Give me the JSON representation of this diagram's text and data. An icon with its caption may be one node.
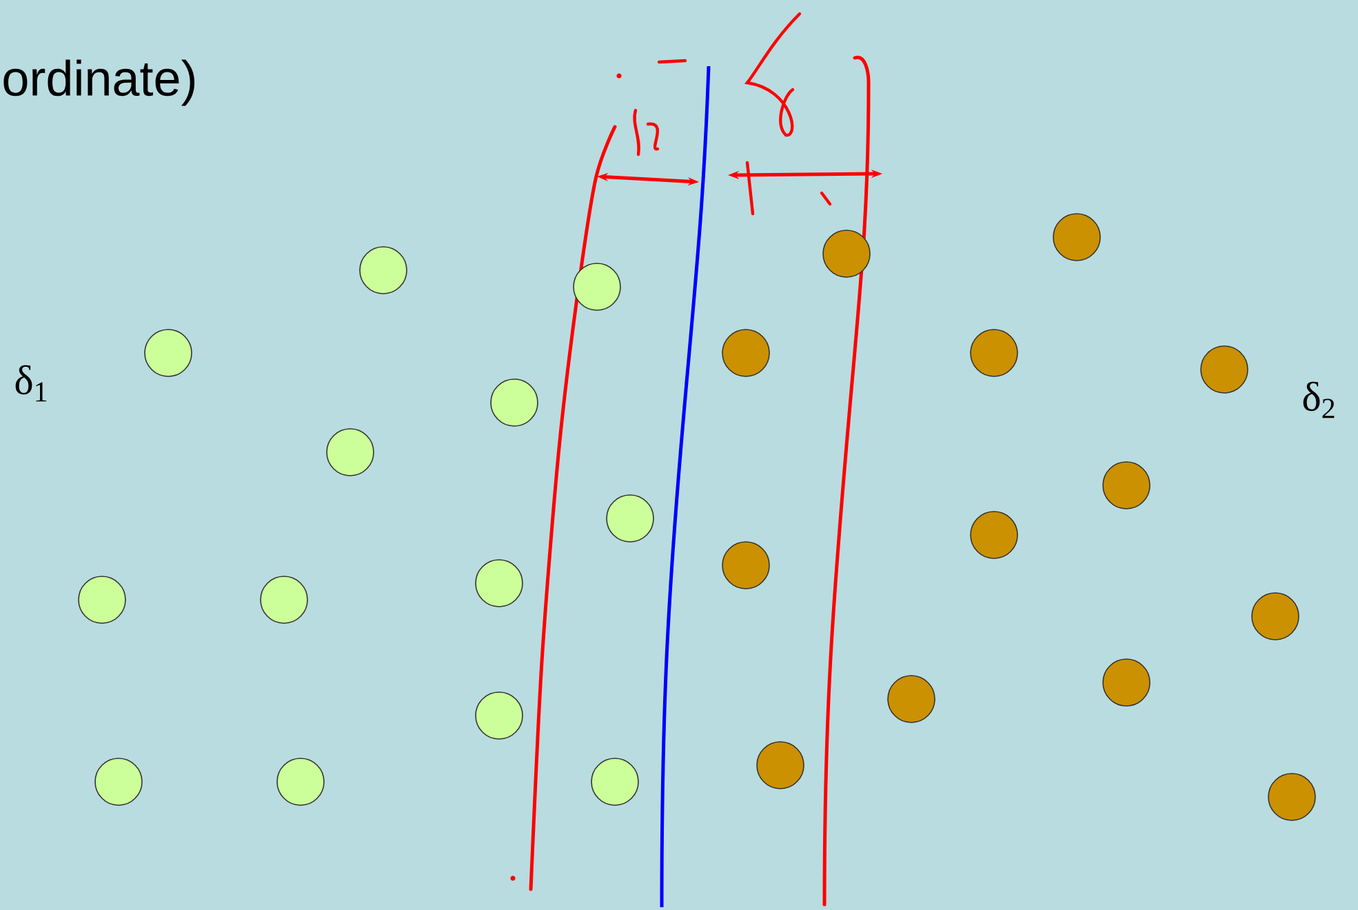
{
  "diagram": {
    "labels": [
      "ordinate)",
      "δ$_{1}$",
      "δ$_{2}$"
    ]
  }
}
